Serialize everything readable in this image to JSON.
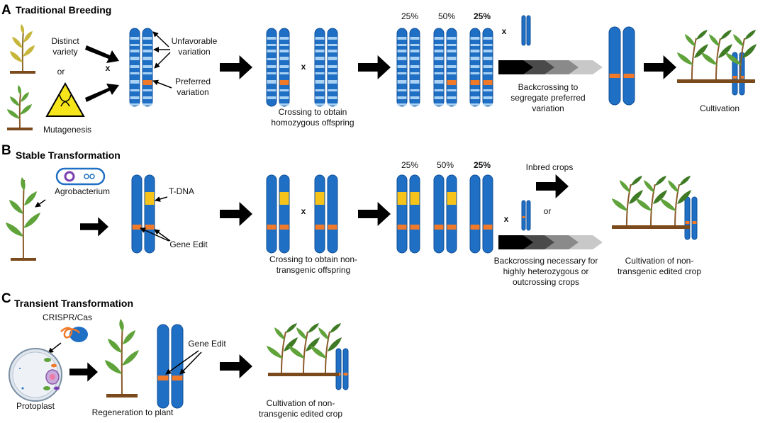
{
  "panels": [
    {
      "letter": "A",
      "title": "Traditional Breeding"
    },
    {
      "letter": "B",
      "title": "Stable Transformation"
    },
    {
      "letter": "C",
      "title": "Transient Transformation"
    }
  ],
  "a": {
    "distinct1": "Distinct",
    "distinct2": "variety",
    "or": "or",
    "x": "x",
    "mutagenesis": "Mutagenesis",
    "unfav1": "Unfavorable",
    "unfav2": "variation",
    "pref1": "Preferred",
    "pref2": "variation",
    "cross1": "Crossing to obtain",
    "cross2": "homozygous offspring",
    "pct": [
      "25%",
      "50%",
      "25%"
    ],
    "back1": "Backcrossing to",
    "back2": "segregate preferred",
    "back3": "variation",
    "cultivation": "Cultivation"
  },
  "b": {
    "agro": "Agrobacterium",
    "tdna": "T-DNA",
    "gene_edit": "Gene Edit",
    "x": "x",
    "cross1": "Crossing to obtain non-",
    "cross2": "transgenic offspring",
    "pct": [
      "25%",
      "50%",
      "25%"
    ],
    "inbred": "Inbred crops",
    "or": "or",
    "back1": "Backcrossing necessary for",
    "back2": "highly heterozygous or",
    "back3": "outcrossing crops",
    "cult1": "Cultivation of non-",
    "cult2": "transgenic edited crop"
  },
  "c": {
    "crispr": "CRISPR/Cas",
    "protoplast": "Protoplast",
    "gene_edit": "Gene Edit",
    "regen": "Regeneration to plant",
    "cult1": "Cultivation of non-",
    "cult2": "transgenic edited crop"
  },
  "colors": {
    "chromosome": "#1f6fc5",
    "chromosome_edge": "#0f4f97",
    "band_light": "#a9d2f4",
    "edit_band": "#f07a2a",
    "tdna_band": "#f6c31b",
    "leaf": "#5fa33a",
    "leaf_dark": "#3f7a25",
    "soil": "#7b4a1c",
    "arrow": "#000000"
  }
}
